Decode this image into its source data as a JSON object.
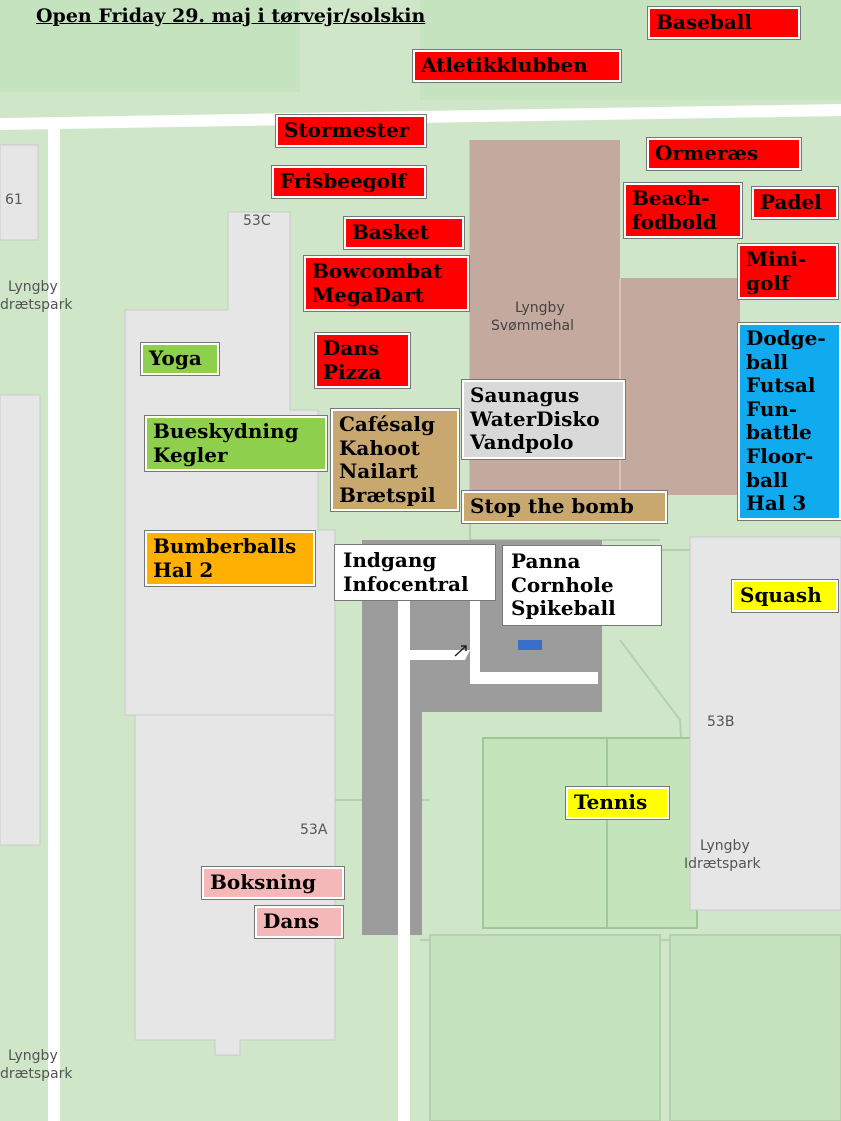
{
  "title": "Open Friday 29. maj i tørvejr/solskin",
  "colors": {
    "red": "#ff0000",
    "green": "#8fcf4e",
    "orange": "#ffb000",
    "blue": "#10aaee",
    "yellow": "#ffff00",
    "pink": "#f5b8b8",
    "tan": "#c9a870",
    "grey": "#d9d9d9",
    "white": "#ffffff",
    "building": "#e6e6e6",
    "pool": "#c4a99e",
    "park": "#cfe6c8",
    "road": "#ffffff"
  },
  "map_labels": {
    "b61": "61",
    "b53c": "53C",
    "b53a": "53A",
    "b53b": "53B",
    "lyngby": "Lyngby",
    "idraetspark_cut": "drætspark",
    "idraetspark": "Idrætspark",
    "svommehal": "Svømmehal"
  },
  "activities": {
    "baseball": "Baseball",
    "atletik": "Atletikklubben",
    "stormester": "Stormester",
    "ormeraes": "Ormeræs",
    "frisbeegolf": "Frisbeegolf",
    "beach1": "Beach-",
    "beach2": "fodbold",
    "padel": "Padel",
    "basket": "Basket",
    "bowcombat": "Bowcombat",
    "megadart": "MegaDart",
    "mini1": "Mini-",
    "mini2": "golf",
    "yoga": "Yoga",
    "dans_top": "Dans",
    "pizza": "Pizza",
    "blue": [
      "Dodge-",
      "ball",
      "Futsal",
      "Fun-",
      "battle",
      "Floor-",
      "ball",
      "Hal 3"
    ],
    "saunagus": "Saunagus",
    "waterdisko": "WaterDisko",
    "vandpolo": "Vandpolo",
    "bueskydning": "Bueskydning",
    "kegler": "Kegler",
    "cafesalg": "Cafésalg",
    "kahoot": "Kahoot",
    "nailart": "Nailart",
    "braetspil": "Brætspil",
    "stopbomb": "Stop the bomb",
    "bumberballs": "Bumberballs",
    "hal2": "Hal 2",
    "indgang": "Indgang",
    "infocentral": "Infocentral",
    "panna": "Panna",
    "cornhole": "Cornhole",
    "spikeball": "Spikeball",
    "squash": "Squash",
    "tennis": "Tennis",
    "boksning": "Boksning",
    "dans_bottom": "Dans"
  }
}
